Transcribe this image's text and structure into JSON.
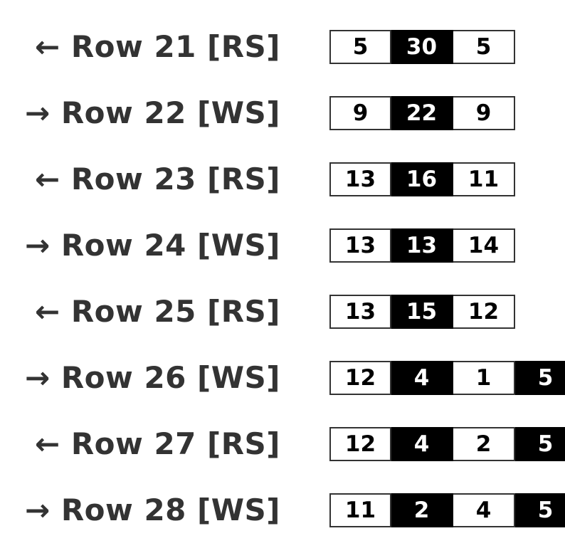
{
  "rows": [
    {
      "arrow": "←",
      "label": "Row 21 [RS]",
      "cells": [
        {
          "value": "5",
          "color": "white"
        },
        {
          "value": "30",
          "color": "black"
        },
        {
          "value": "5",
          "color": "white"
        }
      ]
    },
    {
      "arrow": "→",
      "label": "Row 22 [WS]",
      "cells": [
        {
          "value": "9",
          "color": "white"
        },
        {
          "value": "22",
          "color": "black"
        },
        {
          "value": "9",
          "color": "white"
        }
      ]
    },
    {
      "arrow": "←",
      "label": "Row 23 [RS]",
      "cells": [
        {
          "value": "13",
          "color": "white"
        },
        {
          "value": "16",
          "color": "black"
        },
        {
          "value": "11",
          "color": "white"
        }
      ]
    },
    {
      "arrow": "→",
      "label": "Row 24 [WS]",
      "cells": [
        {
          "value": "13",
          "color": "white"
        },
        {
          "value": "13",
          "color": "black"
        },
        {
          "value": "14",
          "color": "white"
        }
      ]
    },
    {
      "arrow": "←",
      "label": "Row 25 [RS]",
      "cells": [
        {
          "value": "13",
          "color": "white"
        },
        {
          "value": "15",
          "color": "black"
        },
        {
          "value": "12",
          "color": "white"
        }
      ]
    },
    {
      "arrow": "→",
      "label": "Row 26 [WS]",
      "cells": [
        {
          "value": "12",
          "color": "white"
        },
        {
          "value": "4",
          "color": "black"
        },
        {
          "value": "1",
          "color": "white"
        },
        {
          "value": "5",
          "color": "black"
        }
      ]
    },
    {
      "arrow": "←",
      "label": "Row 27 [RS]",
      "cells": [
        {
          "value": "12",
          "color": "white"
        },
        {
          "value": "4",
          "color": "black"
        },
        {
          "value": "2",
          "color": "white"
        },
        {
          "value": "5",
          "color": "black"
        }
      ]
    },
    {
      "arrow": "→",
      "label": "Row 28 [WS]",
      "cells": [
        {
          "value": "11",
          "color": "white"
        },
        {
          "value": "2",
          "color": "black"
        },
        {
          "value": "4",
          "color": "white"
        },
        {
          "value": "5",
          "color": "black"
        }
      ]
    }
  ]
}
